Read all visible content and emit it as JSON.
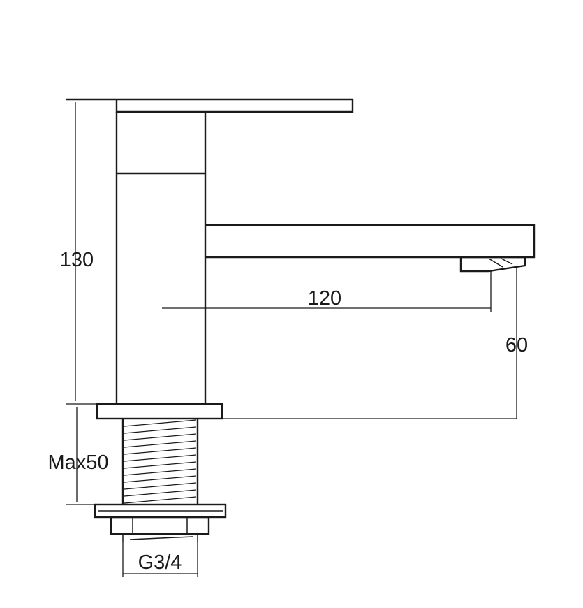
{
  "dimensions": {
    "height": "130",
    "spout_reach": "120",
    "spout_height": "60",
    "max_deck_thickness": "Max50",
    "connection_thread": "G3/4"
  }
}
